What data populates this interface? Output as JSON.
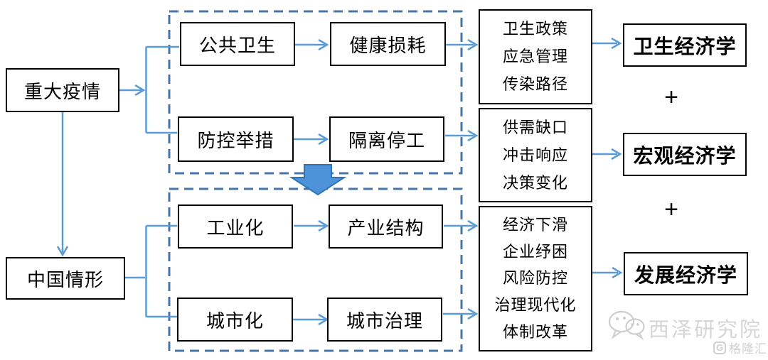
{
  "nodes": {
    "epidemic": "重大疫情",
    "china": "中国情形",
    "public_health": "公共卫生",
    "health_loss": "健康损耗",
    "control_measures": "防控举措",
    "quarantine_shutdown": "隔离停工",
    "industrialization": "工业化",
    "industrial_structure": "产业结构",
    "urbanization": "城市化",
    "urban_governance": "城市治理"
  },
  "impact": [
    {
      "lines": [
        "卫生政策",
        "应急管理",
        "传染路径"
      ]
    },
    {
      "lines": [
        "供需缺口",
        "冲击响应",
        "决策变化"
      ]
    },
    {
      "lines": [
        "经济下滑",
        "企业纾困",
        "风险防控",
        "治理现代化",
        "体制改革"
      ]
    }
  ],
  "economics": [
    "卫生经济学",
    "宏观经济学",
    "发展经济学"
  ],
  "plus": "+",
  "watermark": {
    "wechat_name": "西泽研究院",
    "gelonghui": "格隆汇",
    "gelonghui_letter": "G"
  },
  "colors": {
    "arrow": "#5B9BD5",
    "dashed_border": "#4875A8",
    "big_arrow_fill": "#4E93D9",
    "big_arrow_stroke": "#2E74B5",
    "box_border": "#000000",
    "watermark": "#d6d6d6"
  }
}
